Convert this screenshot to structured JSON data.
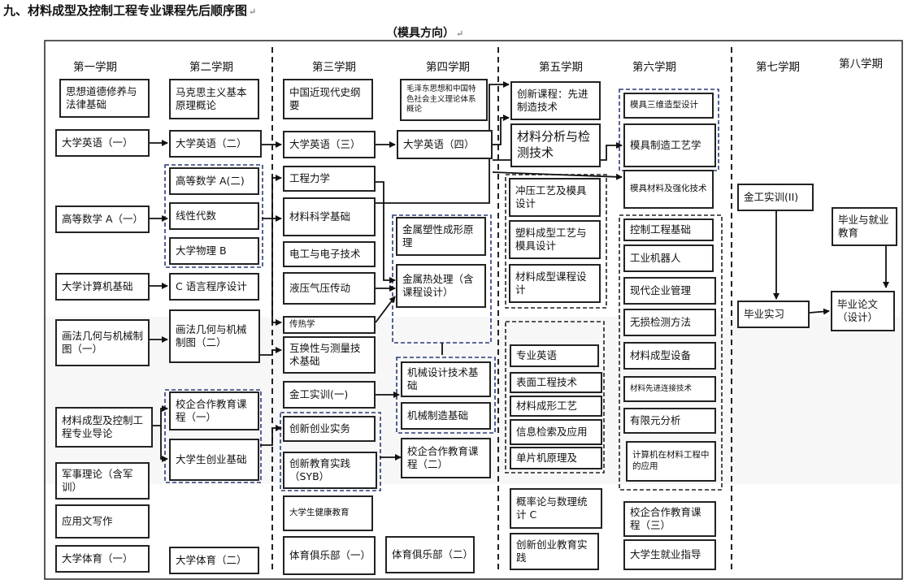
{
  "title": "九、材料成型及控制工程专业课程先后顺序图",
  "subtitle": "（模具方向）",
  "para_mark": "↵",
  "semesters": [
    "第一学期",
    "第二学期",
    "第三学期",
    "第四学期",
    "第五学期",
    "第六学期",
    "第七学期",
    "第八学期"
  ],
  "courses": {
    "c1_sixiang": "思想道德修养与法律基础",
    "c1_yingyu": "大学英语（一）",
    "c1_shuxue": "高等数学 A（一）",
    "c1_jisuanji": "大学计算机基础",
    "c1_huafa": "画法几何与机械制图（一）",
    "c1_daolun": "材料成型及控制工程专业导论",
    "c1_junshi": "军事理论（含军训）",
    "c1_yingyong": "应用文写作",
    "c1_tiyu": "大学体育（一）",
    "c2_makesi": "马克思主义基本原理概论",
    "c2_yingyu": "大学英语（二）",
    "c2_shuxue": "高等数学 A(二)",
    "c2_xiandai": "线性代数",
    "c2_wuli": "大学物理 B",
    "c2_cyuyan": "C 语言程序设计",
    "c2_huafa": "画法几何与机械制图（二）",
    "c2_xiaoqi": "校企合作教育课程（一）",
    "c2_chuangye": "大学生创业基础",
    "c2_tiyu": "大学体育（二）",
    "c3_jindai": "中国近现代史纲要",
    "c3_yingyu": "大学英语（三）",
    "c3_lixue": "工程力学",
    "c3_cailiao": "材料科学基础",
    "c3_diangong": "电工与电子技术",
    "c3_yeya": "液压气压传动",
    "c3_chuanre": "传热学",
    "c3_huhuan": "互换性与测量技术基础",
    "c3_jingong": "金工实训(一)",
    "c3_chuangxin": "创新创业实务",
    "c3_syb": "创新教育实践（SYB）",
    "c3_jiankang": "大学生健康教育",
    "c3_tiyu": "体育俱乐部（一）",
    "c4_mao": "毛泽东思想和中国特色社会主义理论体系概论",
    "c4_yingyu": "大学英语（四）",
    "c4_suxing": "金属塑性成形原理",
    "c4_rechuli": "金属热处理（含课程设计）",
    "c4_jixie": "机械设计技术基础",
    "c4_zhizao": "机械制造基础",
    "c4_xiaoqi": "校企合作教育课程（二）",
    "c4_tiyu": "体育俱乐部（二）",
    "c5_chuangxin": "创新课程：先进制造技术",
    "c5_fenxi": "材料分析与检测技术",
    "c5_chongya": "冲压工艺及模具设计",
    "c5_suliao": "塑料成型工艺与模具设计",
    "c5_kechengsheji": "材料成型课程设计",
    "c5_zhuanye": "专业英语",
    "c5_biaomian": "表面工程技术",
    "c5_chengxing": "材料成形工艺",
    "c5_xinxi": "信息检索及应用",
    "c5_danpianji": "单片机原理及",
    "c5_gailv": "概率论与数理统计 C",
    "c5_shijian": "创新创业教育实践",
    "c6_sanwei": "模具三维造型设计",
    "c6_zhizao": "模具制造工艺学",
    "c6_qianghua": "模具材料及强化技术",
    "c6_kongzhi": "控制工程基础",
    "c6_jiqiren": "工业机器人",
    "c6_guanli": "现代企业管理",
    "c6_wusun": "无损检测方法",
    "c6_shebei": "材料成型设备",
    "c6_lianjie": "材料先进连接技术",
    "c6_youxian": "有限元分析",
    "c6_jisuanji": "计算机在材料工程中的应用",
    "c6_xiaoqi": "校企合作教育课程（三）",
    "c6_jiuye": "大学生就业指导",
    "c7_jingong": "金工实训(II)",
    "c7_shixi": "毕业实习",
    "c8_jiuye": "毕业与就业教育",
    "c8_lunwen": "毕业论文（设计）"
  }
}
